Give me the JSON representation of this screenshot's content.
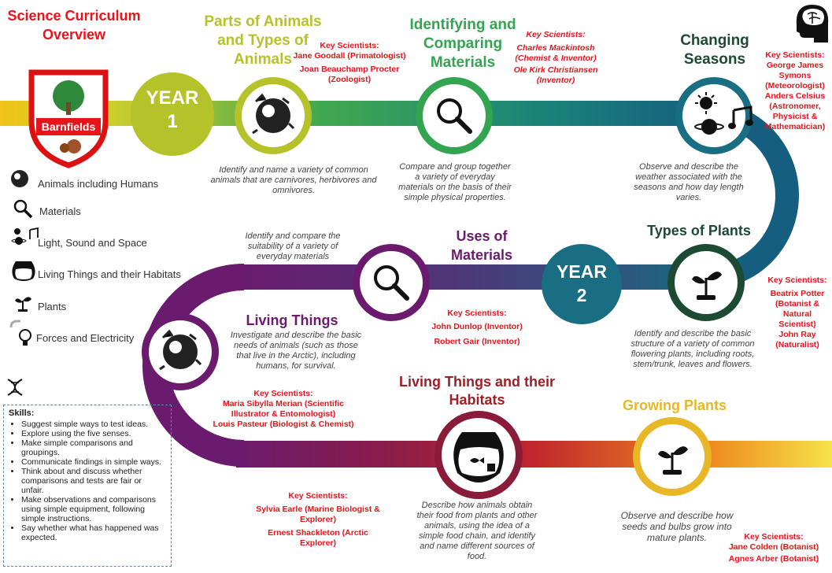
{
  "title": "Science Curriculum Overview",
  "logo_text": "Barnfields",
  "year1": {
    "label": "YEAR",
    "num": "1"
  },
  "year2": {
    "label": "YEAR",
    "num": "2"
  },
  "topics": {
    "parts_of_animals": {
      "title": "Parts of Animals and Types of Animals",
      "ks_label": "Key Scientists:",
      "scientists": [
        "Jane Goodall (Primatologist)",
        "Joan Beauchamp Procter (Zoologist)"
      ],
      "desc": "Identify and name a variety of common animals that are carnivores, herbivores and omnivores."
    },
    "identifying_materials": {
      "title": "Identifying and Comparing Materials",
      "ks_label": "Key Scientists:",
      "scientists": [
        "Charles Mackintosh (Chemist & Inventor)",
        "Ole Kirk Christiansen (Inventor)"
      ],
      "desc": "Compare and group together a variety of everyday materials on the basis of their simple physical properties."
    },
    "changing_seasons": {
      "title": "Changing Seasons",
      "ks_label": "Key Scientists:",
      "scientists": [
        "George James Symons (Meteorologist)",
        "Anders Celsius (Astronomer, Physicist & Mathematician)"
      ],
      "desc": "Observe and describe the weather associated with the seasons and how day length varies."
    },
    "types_of_plants": {
      "title": "Types of Plants",
      "ks_label": "Key Scientists:",
      "scientists": [
        "Beatrix Potter (Botanist & Natural Scientist)",
        "John Ray (Naturalist)"
      ],
      "desc": "Identify and describe the basic structure of a variety of common flowering plants, including roots, stem/trunk, leaves and flowers."
    },
    "uses_of_materials": {
      "title": "Uses of Materials",
      "ks_label": "Key Scientists:",
      "scientists": [
        "John Dunlop (Inventor)",
        "Robert Gair (Inventor)"
      ],
      "desc": "Identify and compare the suitability of a variety of everyday materials"
    },
    "living_things": {
      "title": "Living Things",
      "ks_label": "Key Scientists:",
      "scientists": [
        "Maria Sibylla Merian (Scientific Illustrator & Entomologist)",
        "Louis Pasteur (Biologist & Chemist)"
      ],
      "desc": "Investigate and describe the basic needs of animals (such as those that live in the Arctic), including humans, for survival."
    },
    "living_habitats": {
      "title": "Living Things and their Habitats",
      "ks_label": "Key Scientists:",
      "scientists": [
        "Sylvia Earle (Marine Biologist & Explorer)",
        "Ernest Shackleton (Arctic Explorer)"
      ],
      "desc": "Describe how animals obtain their food from plants and other animals, using the idea of a simple food chain, and identify and name different sources of food."
    },
    "growing_plants": {
      "title": "Growing Plants",
      "ks_label": "Key Scientists:",
      "scientists": [
        "Jane Colden (Botanist)",
        "Agnes Arber (Botanist)"
      ],
      "desc": "Observe and describe how seeds and bulbs grow into mature plants."
    }
  },
  "legend": [
    {
      "icon": "earth-animals-icon",
      "label": "Animals including Humans"
    },
    {
      "icon": "magnifier-icon",
      "label": "Materials"
    },
    {
      "icon": "sun-planet-note-icon",
      "label": "Light, Sound and Space"
    },
    {
      "icon": "fishbowl-icon",
      "label": "Living Things and their Habitats"
    },
    {
      "icon": "seedling-icon",
      "label": "Plants"
    },
    {
      "icon": "bulb-magnet-icon",
      "label": "Forces and Electricity"
    }
  ],
  "skills": {
    "heading": "Skills:",
    "items": [
      "Suggest simple ways to test ideas.",
      "Explore using the five senses.",
      "Make simple comparisons and groupings.",
      "Communicate findings in simple ways.",
      "Think about and discuss whether comparisons and tests are fair or unfair.",
      "Make observations and comparisons using simple equipment, following simple instructions.",
      "Say whether what has happened was expected."
    ]
  },
  "colors": {
    "red": "#e8141b",
    "yellow_green": "#b5c22a",
    "green": "#33a450",
    "teal": "#1a6e84",
    "dark_green": "#1c4a33",
    "purple": "#6a1b6e",
    "dark_red": "#a01e25",
    "gold": "#e8b725"
  }
}
